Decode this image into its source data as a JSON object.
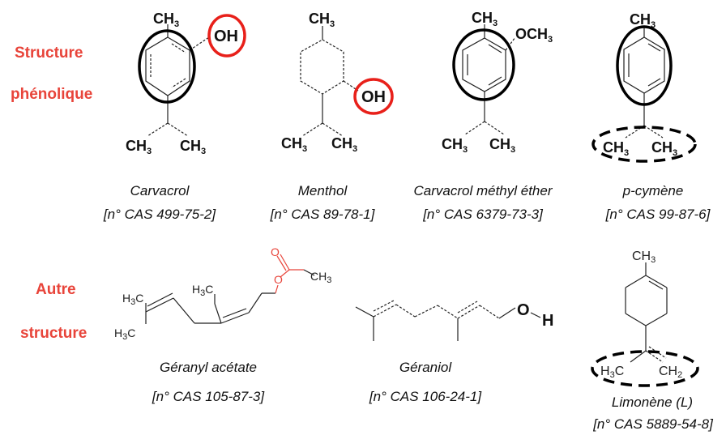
{
  "categories": {
    "phenolic": [
      "Structure",
      "phénolique"
    ],
    "other": [
      "Autre",
      "structure"
    ]
  },
  "atoms": {
    "ch3": "CH",
    "three": "3",
    "oh": "OH",
    "och3": "OCH",
    "o": "O",
    "h": "H",
    "h3c_h": "H",
    "h3c_c": "C",
    "ch2": "CH",
    "two": "2"
  },
  "compounds": [
    {
      "name": "Carvacrol",
      "cas": "[n° CAS 499-75-2]"
    },
    {
      "name": "Menthol",
      "cas": "[n° CAS 89-78-1]"
    },
    {
      "name": "Carvacrol méthyl éther",
      "cas": "[n° CAS 6379-73-3]"
    },
    {
      "name": "p-cymène",
      "cas": "[n° CAS 99-87-6]"
    },
    {
      "name": "Géranyl acétate",
      "cas": "[n° CAS 105-87-3]"
    },
    {
      "name": "Géraniol",
      "cas": "[n° CAS 106-24-1]"
    },
    {
      "name": "Limonène (L)",
      "cas": "[n° CAS 5889-54-8]"
    }
  ],
  "colors": {
    "category_label": "#e8443a",
    "highlight_ring": "#e8201a",
    "bond": "#222222"
  }
}
